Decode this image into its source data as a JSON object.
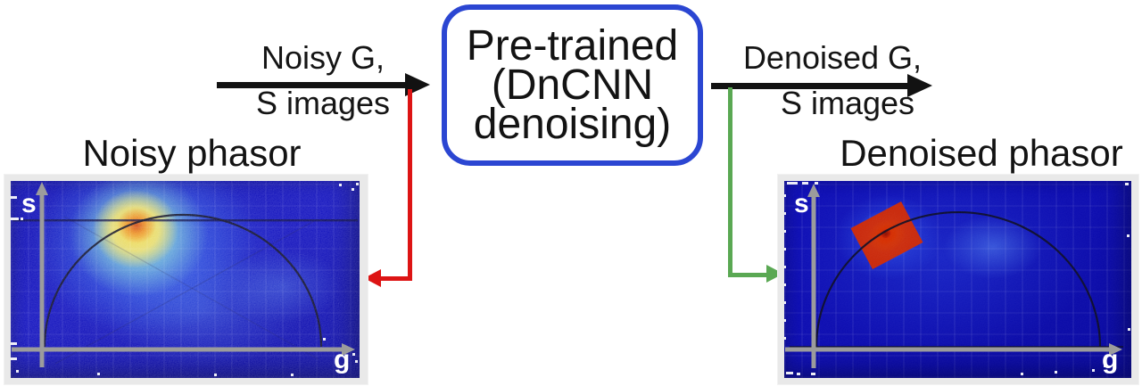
{
  "figure": {
    "colors": {
      "box_border": "#2b46d2",
      "arrow_black": "#121212",
      "arrow_red": "#dd1414",
      "arrow_green": "#5aa853",
      "axis_gray": "#9c9c9c",
      "plot_frame": "#e9e9e9",
      "plot_bg": "#0d0dbb"
    },
    "box": {
      "line1": "Pre-trained",
      "line2": "(DnCNN",
      "line3": "denoising)"
    },
    "left_arrow": {
      "label_line1": "Noisy G,",
      "label_line2": "S images"
    },
    "right_arrow": {
      "label_line1": "Denoised G,",
      "label_line2": "S images"
    },
    "noisy_plot": {
      "title": "Noisy phasor",
      "y_label": "s",
      "x_label": "g"
    },
    "denoised_plot": {
      "title": "Denoised phasor",
      "y_label": "s",
      "x_label": "g"
    }
  }
}
